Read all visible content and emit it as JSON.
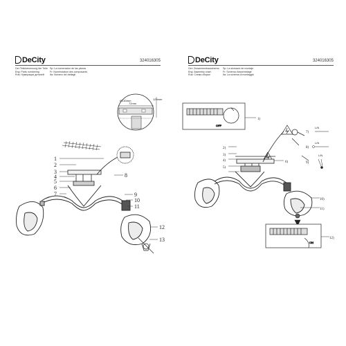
{
  "left_page": {
    "brand": "DeCity",
    "code": "324016305",
    "titles": [
      {
        "c1": "Ger Teilebenennung der Teile",
        "c2": "Sp: La numeración de las piezas"
      },
      {
        "c1": "Eng: Parts numbering",
        "c2": "Fr: Numérotation des composants"
      },
      {
        "c1": "Rus: Нумерация деталей",
        "c2": "Ita: Numero dei dettagli"
      }
    ],
    "dimensions": {
      "diameter": "Ø130mm",
      "width": "72mm",
      "height": "125mm"
    },
    "part_numbers": [
      "1",
      "2",
      "3",
      "4",
      "5",
      "6",
      "7",
      "8",
      "9",
      "10",
      "11",
      "12",
      "13"
    ]
  },
  "right_page": {
    "brand": "DeCity",
    "code": "324016305",
    "titles": [
      {
        "c1": "Ger: Zusammenbauschema",
        "c2": "Sp: La sismacio de montaje"
      },
      {
        "c1": "Eng: Assembly chart",
        "c2": "Fr: Schéma d'assemblage"
      },
      {
        "c1": "Rus: Схема сборки",
        "c2": "Ita: La schema di montaggio"
      }
    ],
    "step_numbers": [
      "1)",
      "2)",
      "3)",
      "4)",
      "5)",
      "6)",
      "7)",
      "8)",
      "9)",
      "10)",
      "11)",
      "12)"
    ],
    "switch_label": "OFF",
    "wire_labels": [
      "L/N",
      "L/N",
      "L/N"
    ],
    "on_label": "ON"
  }
}
